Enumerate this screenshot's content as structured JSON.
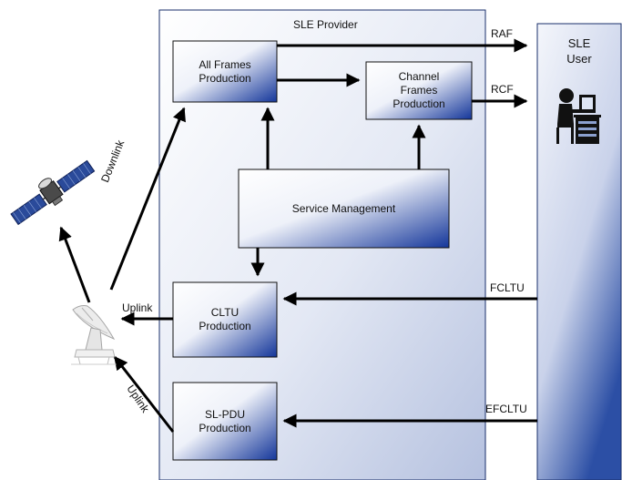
{
  "provider": {
    "title": "SLE Provider"
  },
  "user": {
    "title": "SLE\nUser"
  },
  "boxes": {
    "all_frames": "All Frames\nProduction",
    "channel_frames": "Channel\nFrames\nProduction",
    "service_management": "Service Management",
    "cltu": "CLTU\nProduction",
    "slpdu": "SL-PDU\nProduction"
  },
  "links": {
    "raf": "RAF",
    "rcf": "RCF",
    "fcltu": "FCLTU",
    "efcltu": "EFCLTU",
    "downlink": "Downlink",
    "uplink_top": "Uplink",
    "uplink_bottom": "Uplink"
  },
  "icons": {
    "satellite": "satellite-icon",
    "ground_station": "ground-station-antenna-icon",
    "user": "user-at-computer-icon"
  },
  "colors": {
    "panel_light": "#ffffff",
    "panel_dark": "#1b3a8c",
    "box_border": "#111111",
    "arrow": "#000000"
  }
}
